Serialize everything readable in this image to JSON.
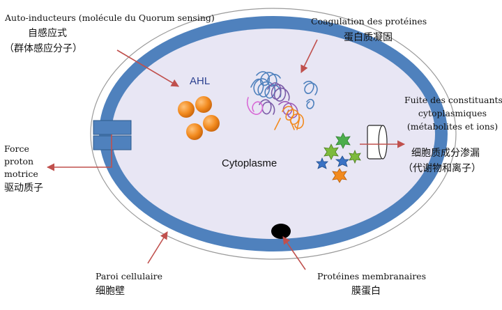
{
  "cell": {
    "inner_label": "Cytoplasme",
    "ahl_label": "AHL"
  },
  "labels": {
    "auto_inducteurs": {
      "fr": "Auto-inducteurs (molécule du Quorum sensing)",
      "zh1": "自感应式",
      "zh2": "（群体感应分子）"
    },
    "coagulation": {
      "fr": "Coagulation des protéines",
      "zh": "蛋白质凝固"
    },
    "fuite": {
      "fr1": "Fuite des constituants",
      "fr2": "cytoplasmiques",
      "fr3": "(métabolites et ions)",
      "zh1": "细胞质成分渗漏",
      "zh2": "（代谢物和离子）"
    },
    "force_proton": {
      "fr1": "Force",
      "fr2": "proton",
      "fr3": "motrice",
      "zh": "驱动质子"
    },
    "paroi": {
      "fr": "Paroi cellulaire",
      "zh": "细胞壁"
    },
    "proteines_membranaires": {
      "fr": "Protéines membranaires",
      "zh": "膜蛋白"
    }
  },
  "colors": {
    "wall": "#4f81bd",
    "cytoplasm": "#e8e6f4",
    "arrow": "#c0504d",
    "ahl": "#f28a1e",
    "channel": "#4f81bd",
    "membrane_protein": "#000000"
  }
}
